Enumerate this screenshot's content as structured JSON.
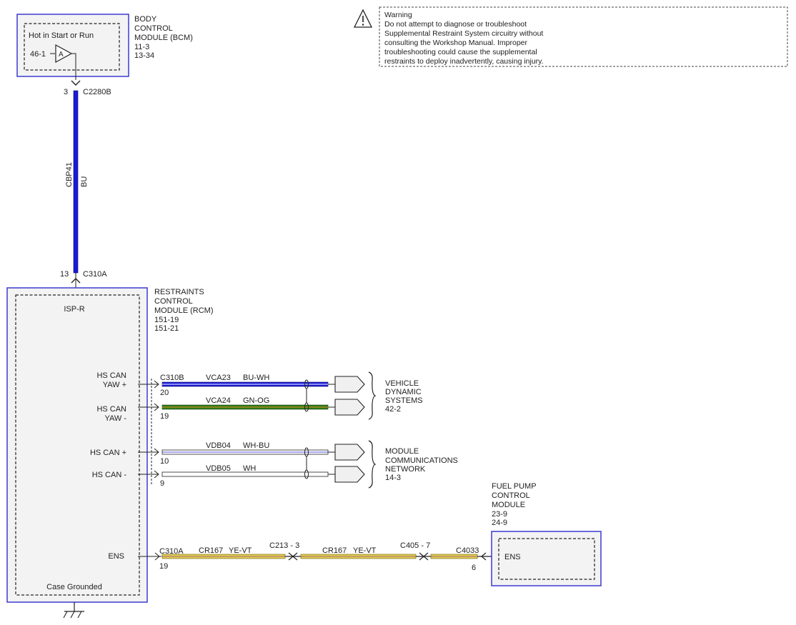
{
  "warning": {
    "title": "Warning",
    "lines": [
      "Do not attempt to diagnose or troubleshoot",
      "Supplemental Restraint System circuitry without",
      "consulting the Workshop Manual. Improper",
      "troubleshooting could cause the supplemental",
      "restraints to deploy inadvertently, causing injury."
    ]
  },
  "bcm": {
    "name_lines": [
      "BODY",
      "CONTROL",
      "MODULE (BCM)"
    ],
    "refs": [
      "11-3",
      "13-34"
    ],
    "power_label": "Hot in Start or Run",
    "fuse_ref": "46-1",
    "fuse_letter": "A",
    "pin": "3",
    "connector": "C2280B"
  },
  "main_wire": {
    "circuit": "CBP41",
    "color_code": "BU"
  },
  "rcm": {
    "name_lines": [
      "RESTRAINTS",
      "CONTROL",
      "MODULE (RCM)"
    ],
    "refs": [
      "151-19",
      "151-21"
    ],
    "pin": "13",
    "connector": "C310A",
    "internal_label": "ISP-R",
    "case_label": "Case Grounded",
    "pins": [
      {
        "label_lines": [
          "HS CAN",
          "YAW +"
        ]
      },
      {
        "label_lines": [
          "HS CAN",
          "YAW -"
        ]
      },
      {
        "label_lines": [
          "HS CAN +"
        ]
      },
      {
        "label_lines": [
          "HS CAN -"
        ]
      },
      {
        "label_lines": [
          "ENS"
        ]
      }
    ]
  },
  "can_wires": [
    {
      "connector": "C310B",
      "pin": "20",
      "circuit": "VCA23",
      "color": "BU-WH"
    },
    {
      "connector": "",
      "pin": "19",
      "circuit": "VCA24",
      "color": "GN-OG"
    },
    {
      "connector": "",
      "pin": "10",
      "circuit": "VDB04",
      "color": "WH-BU"
    },
    {
      "connector": "",
      "pin": "9",
      "circuit": "VDB05",
      "color": "WH"
    }
  ],
  "destinations": [
    {
      "lines": [
        "VEHICLE",
        "DYNAMIC",
        "SYSTEMS",
        "42-2"
      ]
    },
    {
      "lines": [
        "MODULE",
        "COMMUNICATIONS",
        "NETWORK",
        "14-3"
      ]
    }
  ],
  "ens_wire": {
    "start_connector": "C310A",
    "start_pin": "19",
    "seg1_circuit": "CR167",
    "seg1_color": "YE-VT",
    "inline1": "C213 - 3",
    "seg2_circuit": "CR167",
    "seg2_color": "YE-VT",
    "inline2": "C405 - 7",
    "end_connector": "C4033",
    "end_pin": "6"
  },
  "fpcm": {
    "name_lines": [
      "FUEL PUMP",
      "CONTROL",
      "MODULE"
    ],
    "refs": [
      "23-9",
      "24-9"
    ],
    "internal_label": "ENS"
  },
  "colors": {
    "module_border": "#3a3ad0",
    "module_fill": "#f3f3f3",
    "wire_blue": "#1a1ad8",
    "wire_green": "#2e7d1a",
    "wire_yellow": "#e3cf4a",
    "wire_white": "#ffffff",
    "dash": "#222222"
  }
}
